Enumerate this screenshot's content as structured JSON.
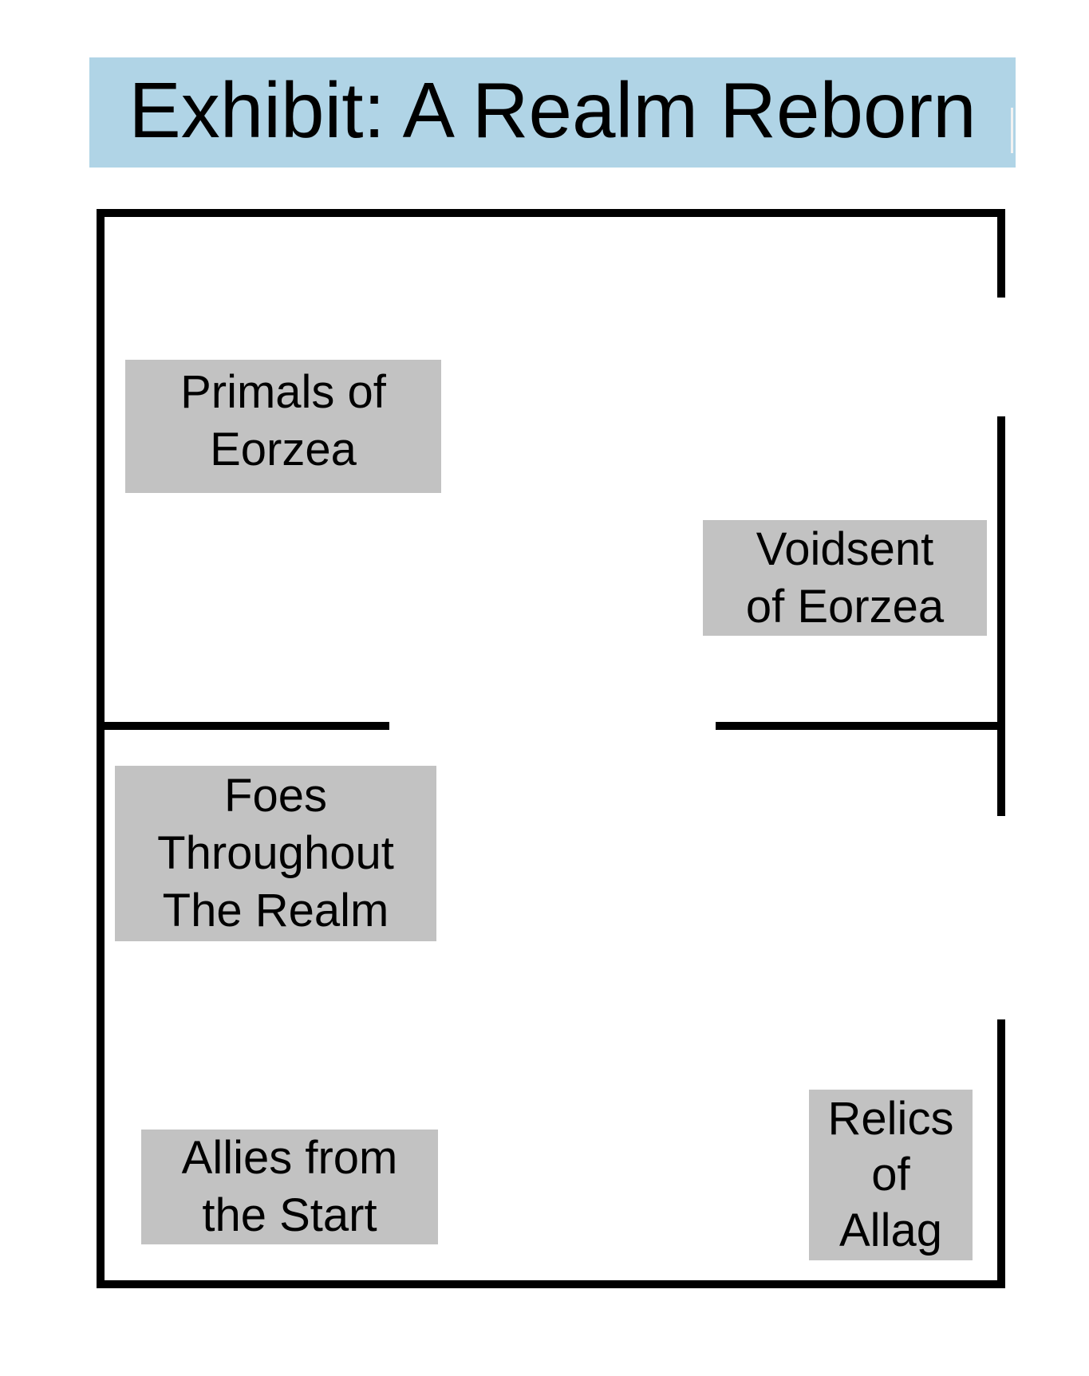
{
  "title": {
    "text": "Exhibit: A Realm Reborn"
  },
  "colors": {
    "title_bg": "#b0d4e6",
    "label_bg": "#c2c2c2",
    "wall": "#000000",
    "text": "#000000",
    "background": "#ffffff"
  },
  "rooms": [
    {
      "id": "primals",
      "label": "Primals of\nEorzea"
    },
    {
      "id": "voidsent",
      "label": "Voidsent\nof Eorzea"
    },
    {
      "id": "foes",
      "label": "Foes\nThroughout\nThe Realm"
    },
    {
      "id": "allies",
      "label": "Allies from\nthe Start"
    },
    {
      "id": "relics",
      "label": "Relics\nof\nAllag"
    }
  ]
}
